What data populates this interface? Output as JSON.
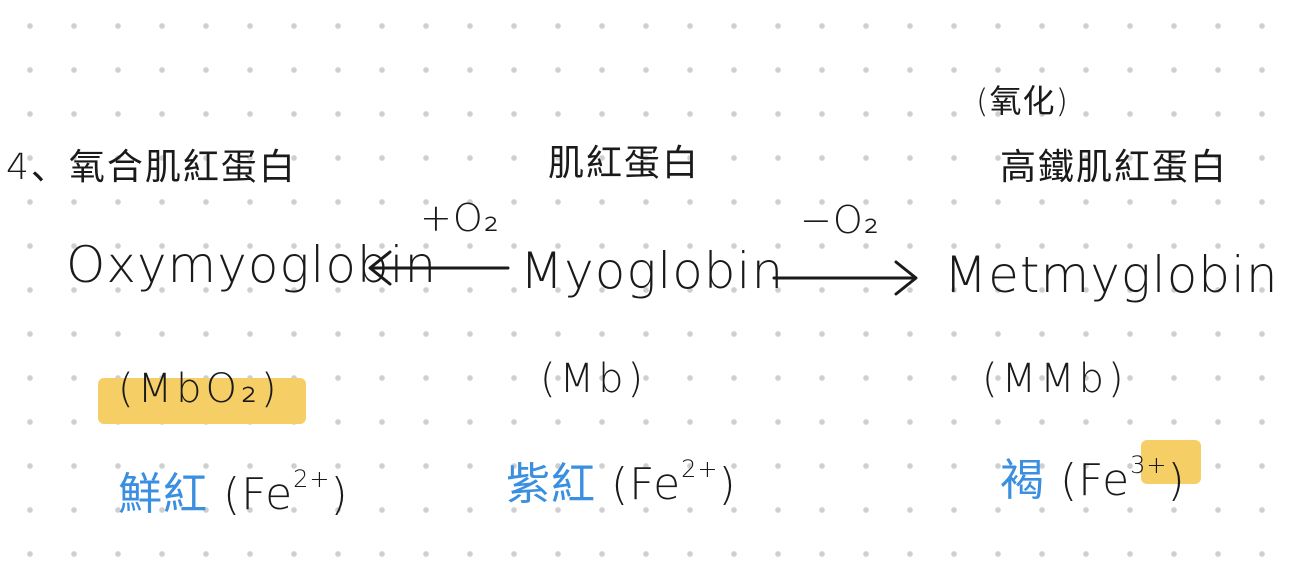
{
  "item_number": "4、",
  "left": {
    "zh": "氧合肌紅蛋白",
    "en": "Oxymyoglobin",
    "abbr": "(MbO₂)",
    "color_zh": "鮮紅",
    "iron": "(Fe",
    "iron_charge": "2+",
    "iron_close": ")"
  },
  "center": {
    "zh": "肌紅蛋白",
    "en": "Myoglobin",
    "abbr": "(Mb)",
    "color_zh": "紫紅",
    "iron": "(Fe",
    "iron_charge": "2+",
    "iron_close": ")"
  },
  "right": {
    "zh_note": "(氧化)",
    "zh": "高鐵肌紅蛋白",
    "en": "Metmyglobin",
    "abbr": "(MMb)",
    "color_zh": "褐",
    "iron": "(Fe",
    "iron_charge": "3+",
    "iron_close": ")"
  },
  "arrow_left_label": "+O₂",
  "arrow_right_label": "−O₂",
  "colors": {
    "ink": "#1a1a1a",
    "blue": "#3a8fe0",
    "highlight": "#f5cf66",
    "dot": "#cfcfcf"
  }
}
